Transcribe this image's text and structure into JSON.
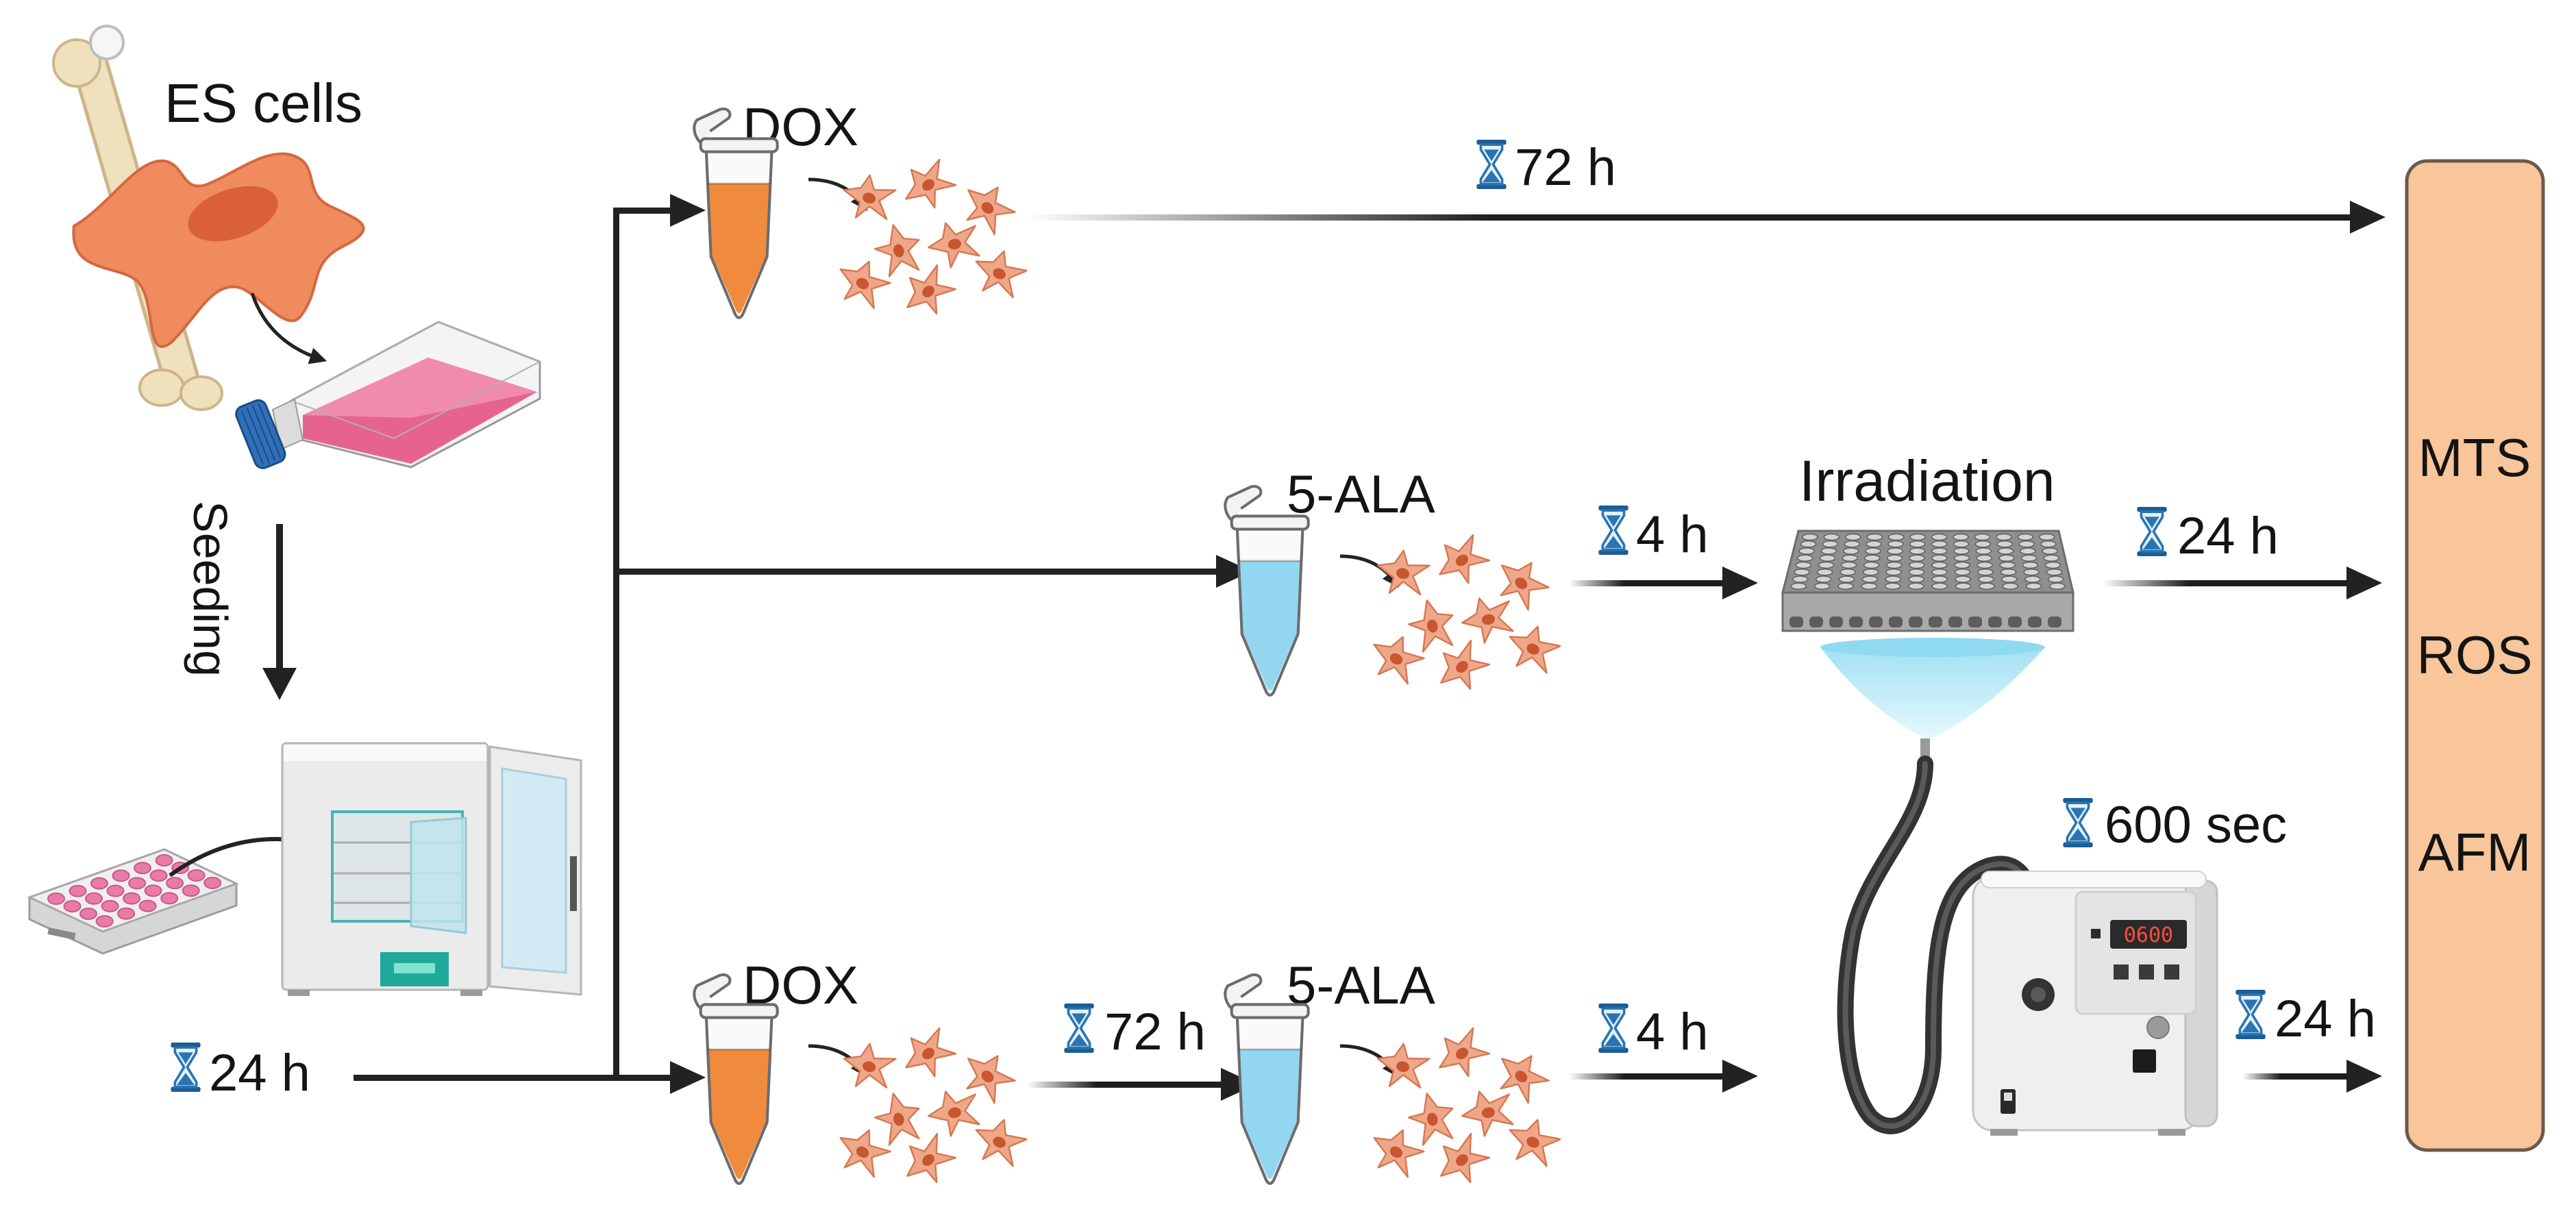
{
  "figure": {
    "source_cells": "ES cells",
    "seeding_label": "Seeding",
    "seeding_time": "24 h"
  },
  "top_branch": {
    "treatment": "DOX",
    "time": "72 h"
  },
  "middle_branch": {
    "treatment": "5-ALA",
    "incubation_time": "4 h",
    "step": "Irradiation",
    "irradiation_duration": "600 sec",
    "post_time": "24 h",
    "device_display": "0600"
  },
  "bottom_branch": {
    "treatment_1": "DOX",
    "time_1": "72 h",
    "treatment_2": "5-ALA",
    "time_2": "4 h",
    "post_time": "24 h"
  },
  "assays": [
    "MTS",
    "ROS",
    "AFM"
  ],
  "colors": {
    "dox_liquid": "#f08a3c",
    "ala_liquid": "#93d6f0",
    "assay_box": "#f8c69a",
    "culture_medium": "#e7638f"
  }
}
